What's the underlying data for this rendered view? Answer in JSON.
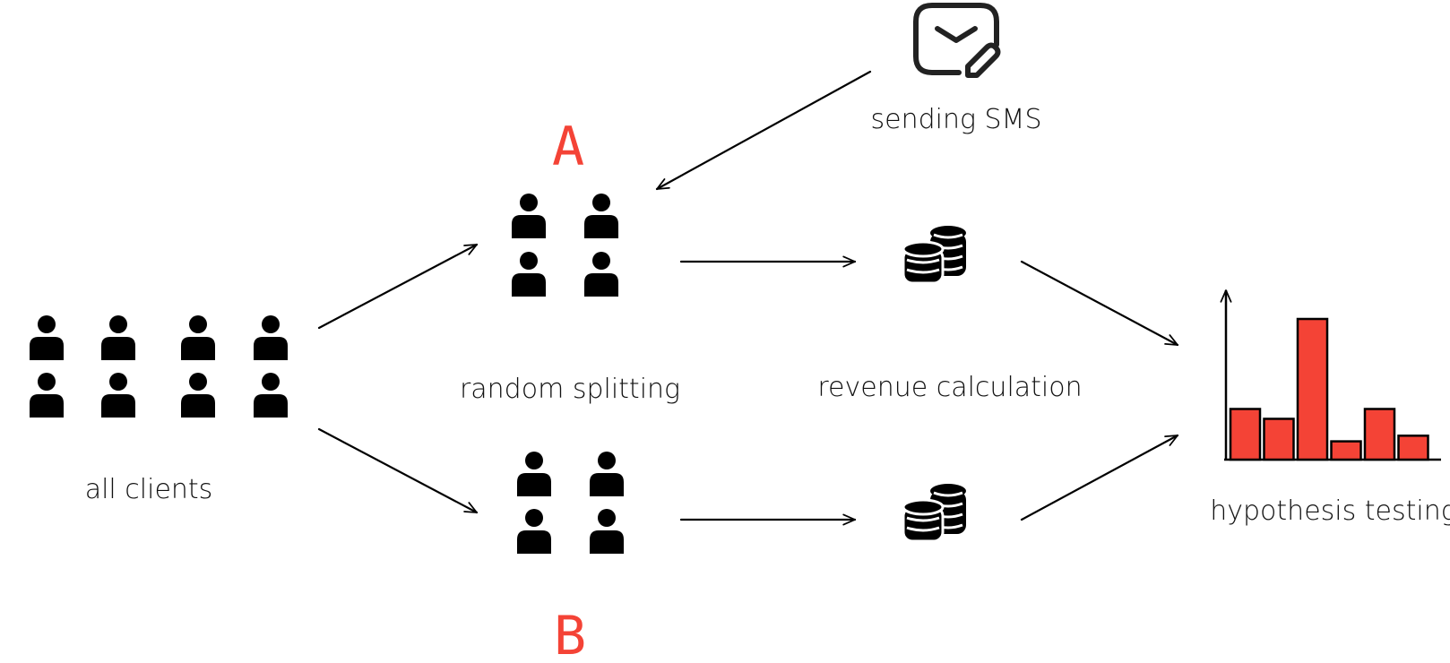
{
  "labels": {
    "all_clients": "all clients",
    "random_splitting": "random splitting",
    "revenue_calculation": "revenue calculation",
    "hypothesis_testing": "hypothesis testing",
    "sending_sms": "sending SMS"
  },
  "groups": {
    "a": "A",
    "b": "B"
  },
  "icons": {
    "person": "person-icon",
    "coins": "coins-icon",
    "sms": "message-edit-icon",
    "chart": "bar-chart-icon"
  },
  "colors": {
    "accent": "#f44336",
    "ink": "#111111"
  },
  "chart_data": {
    "type": "bar",
    "values": [
      0.36,
      0.29,
      1.0,
      0.13,
      0.36,
      0.17
    ],
    "title": "",
    "xlabel": "",
    "ylabel": ""
  }
}
